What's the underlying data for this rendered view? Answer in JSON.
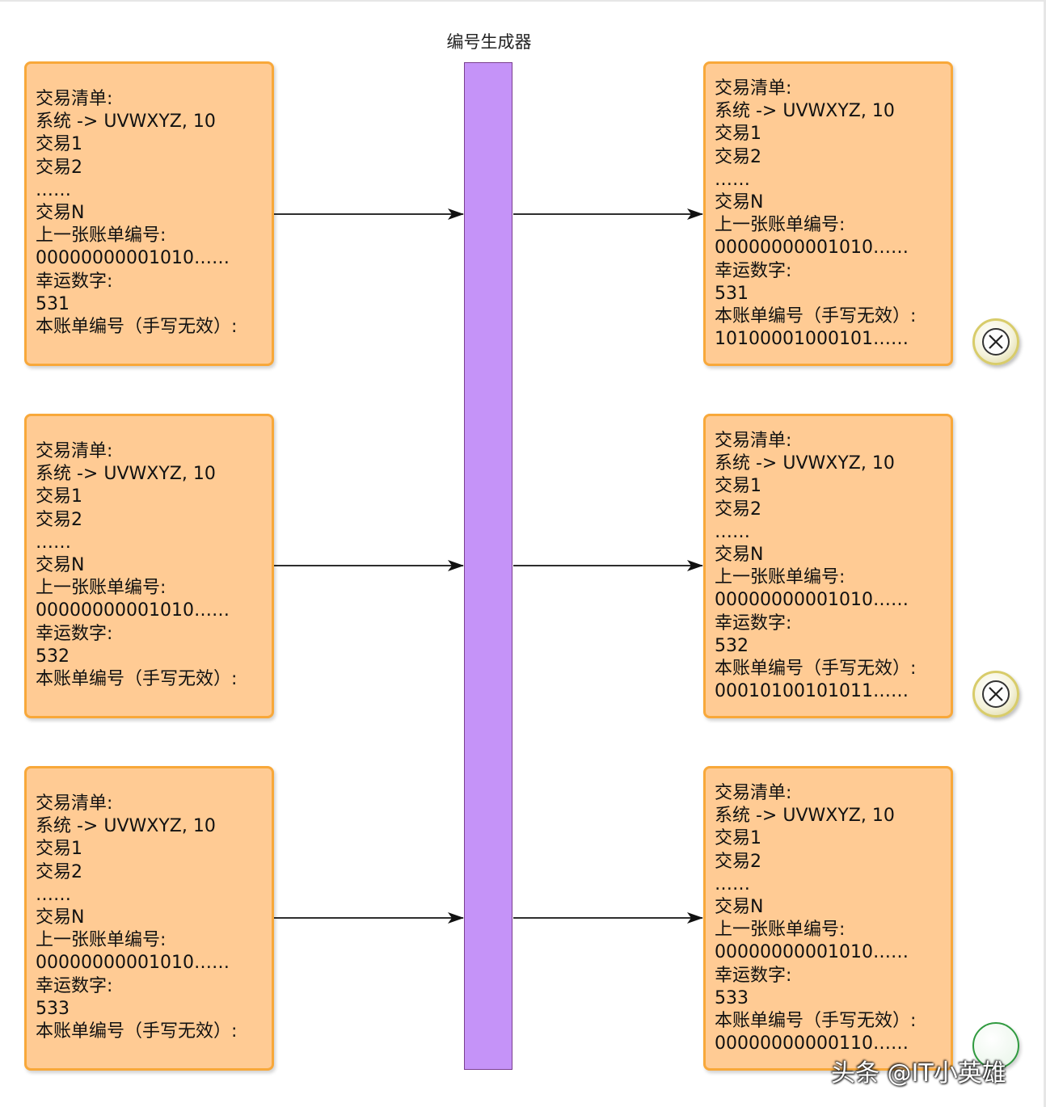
{
  "title": "编号生成器",
  "left_boxes": [
    {
      "lines": [
        "交易清单:",
        "系统 -> UVWXYZ, 10",
        "交易1",
        "交易2",
        "……",
        "交易N",
        "上一张账单编号:",
        "00000000001010……",
        "幸运数字:",
        "531",
        "本账单编号（手写无效）:"
      ]
    },
    {
      "lines": [
        "交易清单:",
        "系统 -> UVWXYZ, 10",
        "交易1",
        "交易2",
        "……",
        "交易N",
        "上一张账单编号:",
        "00000000001010……",
        "幸运数字:",
        "532",
        "本账单编号（手写无效）:"
      ]
    },
    {
      "lines": [
        "交易清单:",
        "系统 -> UVWXYZ, 10",
        "交易1",
        "交易2",
        "……",
        "交易N",
        "上一张账单编号:",
        "00000000001010……",
        "幸运数字:",
        "533",
        "本账单编号（手写无效）:"
      ]
    }
  ],
  "right_boxes": [
    {
      "lines": [
        "交易清单:",
        "系统 -> UVWXYZ, 10",
        "交易1",
        "交易2",
        "……",
        "交易N",
        "上一张账单编号:",
        "00000000001010……",
        "幸运数字:",
        "531",
        "本账单编号（手写无效）:",
        "10100001000101……"
      ],
      "status": "rejected",
      "status_icon": "x-circle-icon"
    },
    {
      "lines": [
        "交易清单:",
        "系统 -> UVWXYZ, 10",
        "交易1",
        "交易2",
        "……",
        "交易N",
        "上一张账单编号:",
        "00000000001010……",
        "幸运数字:",
        "532",
        "本账单编号（手写无效）:",
        "00010100101011……"
      ],
      "status": "rejected",
      "status_icon": "x-circle-icon"
    },
    {
      "lines": [
        "交易清单:",
        "系统 -> UVWXYZ, 10",
        "交易1",
        "交易2",
        "……",
        "交易N",
        "上一张账单编号:",
        "00000000001010……",
        "幸运数字:",
        "533",
        "本账单编号（手写无效）:",
        "00000000000110……"
      ],
      "status": "accepted",
      "status_icon": "circle-icon"
    }
  ],
  "colors": {
    "box_fill": "#ffcb94",
    "box_border": "#f8a83a",
    "bar_fill": "#c593f8",
    "bar_border": "#7a3f8f",
    "arrow": "#111111"
  },
  "watermark": "头条 @IT小英雄"
}
